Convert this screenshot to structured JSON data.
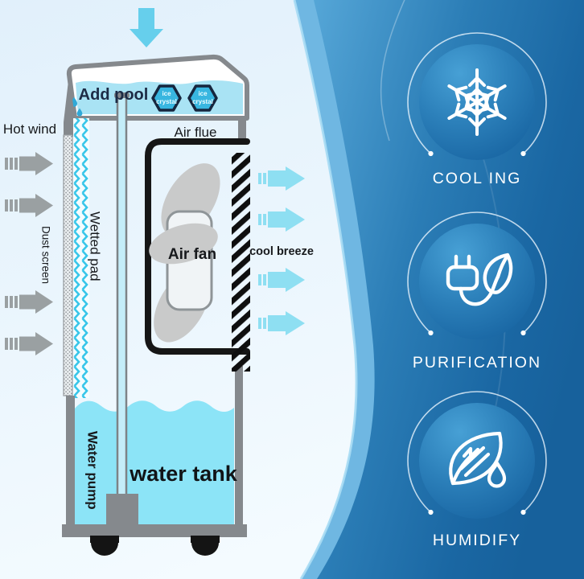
{
  "diagram": {
    "labels": {
      "hot_wind": "Hot wind",
      "dust_screen": "Dust screen",
      "wetted_pad": "Wetted pad",
      "add_pool": "Add pool",
      "ice_crystal": {
        "line1": "ice",
        "line2": "crystal"
      },
      "air_flue": "Air flue",
      "air_fan": "Air fan",
      "cool_breeze": "cool breeze",
      "water_pump": "Water pump",
      "water_tank": "water tank"
    },
    "airflow": {
      "hot_wind_inlet_arrows": 4,
      "cool_breeze_outlet_arrows": 4,
      "top_fill_arrow": 1
    }
  },
  "features": [
    {
      "id": "cooling",
      "label": "COOL ING",
      "icon": "snowflake-icon"
    },
    {
      "id": "purification",
      "label": "PURIFICATION",
      "icon": "plug-leaf-icon"
    },
    {
      "id": "humidify",
      "label": "HUMIDIFY",
      "icon": "leaf-waterdrop-icon"
    }
  ],
  "colors": {
    "tank_water": "#8ce4f7",
    "pool_water": "#a9e3f4",
    "panel_blue_light": "#55a6d7",
    "panel_blue_dark": "#17619c",
    "badge_blue": "#2c80ba",
    "arrow_gray": "#9aa0a2",
    "arrow_cyan": "#8edff2",
    "hexagon_fill": "#38b6e0",
    "wall_gray": "#85898d"
  }
}
